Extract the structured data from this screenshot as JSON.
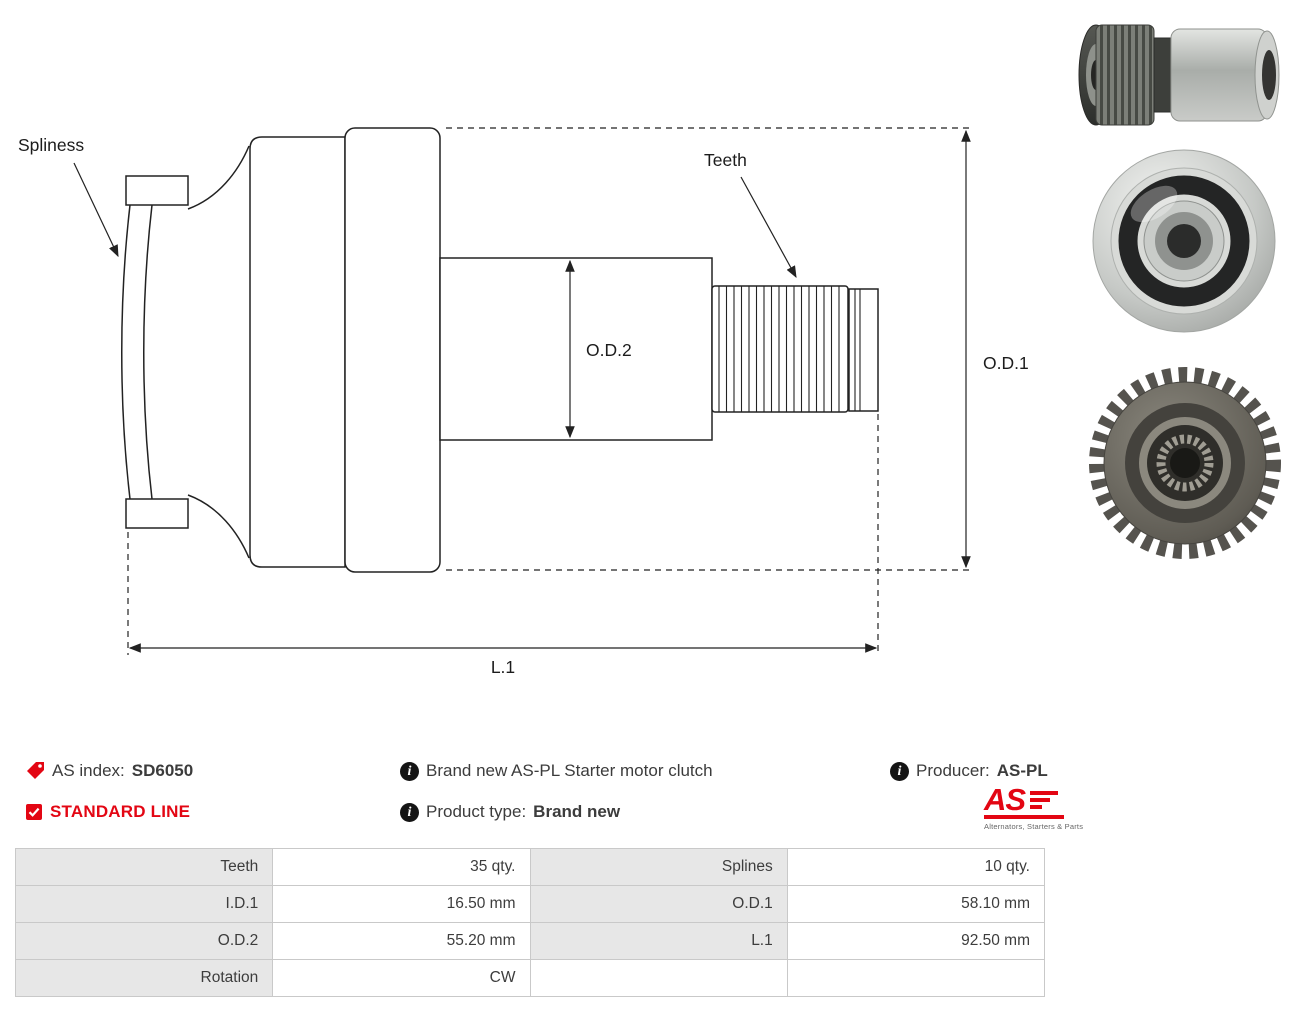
{
  "diagram": {
    "spliness_label": "Spliness",
    "teeth_label": "Teeth",
    "od2_label": "O.D.2",
    "od1_label": "O.D.1",
    "l1_label": "L.1"
  },
  "info": {
    "as_index_label": "AS index:",
    "as_index_value": "SD6050",
    "standard_line_label": "STANDARD LINE",
    "description": "Brand new AS-PL Starter motor clutch",
    "product_type_label": "Product type:",
    "product_type_value": "Brand new",
    "producer_label": "Producer:",
    "producer_value": "AS-PL",
    "logo_text": "AS",
    "logo_tagline": "Alternators, Starters & Parts"
  },
  "specs": {
    "rows": [
      {
        "label_left": "Teeth",
        "value_left": "35 qty.",
        "label_right": "Splines",
        "value_right": "10 qty."
      },
      {
        "label_left": "I.D.1",
        "value_left": "16.50 mm",
        "label_right": "O.D.1",
        "value_right": "58.10 mm"
      },
      {
        "label_left": "O.D.2",
        "value_left": "55.20 mm",
        "label_right": "L.1",
        "value_right": "92.50 mm"
      },
      {
        "label_left": "Rotation",
        "value_left": "CW",
        "label_right": "",
        "value_right": ""
      }
    ]
  },
  "colors": {
    "accent_red": "#e30613",
    "table_label_bg": "#e7e7e7",
    "table_border": "#c9c9c9",
    "text": "#3c3c3c"
  }
}
